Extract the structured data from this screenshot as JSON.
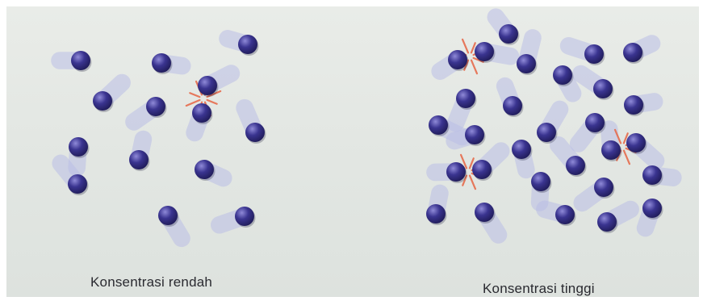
{
  "panels": [
    {
      "label": "Konsentrasi rendah",
      "particles": [
        [
          100,
          75
        ],
        [
          127,
          125
        ],
        [
          97,
          182
        ],
        [
          96,
          228
        ],
        [
          200,
          78
        ],
        [
          193,
          132
        ],
        [
          172,
          198
        ],
        [
          208,
          267
        ],
        [
          307,
          55
        ],
        [
          257,
          106
        ],
        [
          250,
          140
        ],
        [
          316,
          164
        ],
        [
          253,
          210
        ],
        [
          303,
          268
        ]
      ],
      "collisions": [
        [
          252,
          122
        ]
      ]
    },
    {
      "label": "Konsentrasi tinggi",
      "particles": [
        [
          630,
          42
        ],
        [
          600,
          64
        ],
        [
          567,
          74
        ],
        [
          652,
          79
        ],
        [
          697,
          93
        ],
        [
          736,
          67
        ],
        [
          784,
          65
        ],
        [
          577,
          122
        ],
        [
          635,
          131
        ],
        [
          543,
          155
        ],
        [
          588,
          167
        ],
        [
          677,
          164
        ],
        [
          646,
          185
        ],
        [
          747,
          110
        ],
        [
          785,
          130
        ],
        [
          737,
          152
        ],
        [
          757,
          186
        ],
        [
          788,
          177
        ],
        [
          565,
          213
        ],
        [
          597,
          210
        ],
        [
          670,
          225
        ],
        [
          713,
          205
        ],
        [
          808,
          217
        ],
        [
          748,
          232
        ],
        [
          540,
          265
        ],
        [
          600,
          263
        ],
        [
          700,
          266
        ],
        [
          752,
          275
        ],
        [
          808,
          258
        ]
      ],
      "collisions": [
        [
          582,
          70
        ],
        [
          580,
          213
        ],
        [
          771,
          182
        ]
      ]
    }
  ],
  "colors": {
    "particle_dark": "#1e1a55",
    "particle_mid": "#3a3490",
    "particle_light": "#8f8ad8",
    "trail": "#b9bde6",
    "burst": "#e56b4c"
  }
}
